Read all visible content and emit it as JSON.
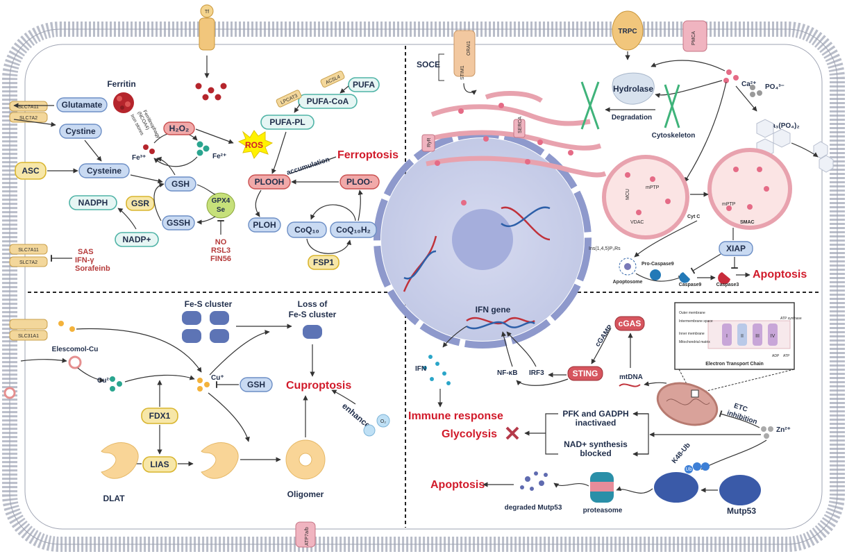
{
  "colors": {
    "membrane": "#c8ccd8",
    "pill_blue": "#c9daf2",
    "pill_teal": "#e6f6f4",
    "pill_yellow": "#f7e7a8",
    "pill_red": "#f1a9a9",
    "accent_red": "#d11a2a",
    "nucleus": "#c7cde8",
    "er": "#f4c8cf",
    "copper": "#f3b23b",
    "iron": "#b5252c",
    "teal_dot": "#2aa58f"
  },
  "transporters": {
    "tf": "Tf",
    "trpc": "TRPC",
    "pmca": "PMCA",
    "orai1": "ORAI1",
    "stim1": "STIM1",
    "soce": "SOCE",
    "slc7a11_top": "SLC7A11",
    "slc7a2_top": "SLC7A2",
    "slc7a11_bottom": "SLC7A11",
    "slc7a2_bottom": "SLC7A2",
    "slc31a1": "SLC31A1",
    "atp7ab": "ATP7a/b",
    "serca": "SERCA",
    "ryr": "RyR",
    "ip3r": "Ins(1,4,5)P₃Rs",
    "mcu": "MCU",
    "vdac": "VDAC",
    "mptp1": "mPTP",
    "mptp2": "mPTP"
  },
  "ferroptosis": {
    "ferritin": "Ferritin",
    "glutamate": "Glutamate",
    "cystine": "Cystine",
    "asc": "ASC",
    "cysteine": "Cysteine",
    "gsh": "GSH",
    "gsr": "GSR",
    "gssh": "GSSH",
    "nadph": "NADPH",
    "nadp": "NADP+",
    "gpx4": "GPX4",
    "se": "Se",
    "h2o2": "H₂O₂",
    "fe3": "Fe³⁺",
    "fe2": "Fe²⁺",
    "ferritinophagy": "Ferritinophagy",
    "ncoa4": "(NCOA4)",
    "iron_stores": "Iron stores",
    "ros": "ROS",
    "plooh": "PLOOH",
    "ploo": "PLOO·",
    "ploh": "PLOH",
    "pufa_pl": "PUFA-PL",
    "pufa_coa": "PUFA-CoA",
    "pufa": "PUFA",
    "lpcat3": "LPCAT3",
    "acsl4": "ACSL4",
    "accumulation": "accumulation",
    "ferroptosis_label": "Ferroptosis",
    "coq10": "CoQ₁₀",
    "coq10h2": "CoQ₁₀H₂",
    "fsp1": "FSP1",
    "inhibitors_gpx4": [
      "NO",
      "RSL3",
      "FIN56"
    ],
    "inhibitors_slc": [
      "SAS",
      "IFN-γ",
      "Sorafeinb"
    ]
  },
  "calcium": {
    "ca": "Ca²⁺",
    "po4": "PO₄³⁻",
    "ca3po4": "Ca₃(PO₄)₂",
    "hydrolase": "Hydrolase",
    "degradation": "Degradation",
    "cytoskeleton": "Cytoskeleton",
    "cytc": "Cyt C",
    "smac": "SMAC",
    "xiap": "XIAP",
    "pro_caspase9": "Pro-Caspase9",
    "apoptosome": "Apoptosome",
    "caspase9": "Caspase9",
    "caspase3": "Caspase3",
    "apoptosis": "Apoptosis"
  },
  "cuproptosis": {
    "fes_cluster": "Fe-S cluster",
    "loss_line1": "Loss of",
    "loss_line2": "Fe-S cluster",
    "elescomol": "Elescomol-Cu",
    "cu2": "Cu²⁺",
    "cu1": "Cu⁺",
    "gsh": "GSH",
    "cuproptosis_label": "Cuproptosis",
    "enhance": "enhance",
    "o2": "O₂",
    "fdx1": "FDX1",
    "lias": "LIAS",
    "dlat": "DLAT",
    "oligomer": "Oligomer"
  },
  "zinc": {
    "ifn_gene": "IFN gene",
    "ifn": "IFN",
    "immune_response": "Immune response",
    "nfkb": "NF-κB",
    "irf3": "IRF3",
    "sting": "STING",
    "cgamp": "cGAMP",
    "cgas": "cGAS",
    "mtdna": "mtDNA",
    "etc": "ETC",
    "inhibition": "inhibition",
    "zn": "Zn²⁺",
    "pfk_line1": "PFK and GADPH",
    "pfk_line2": "inactivaed",
    "nad_line1": "NAD+ synthesis",
    "nad_line2": "blocked",
    "glycolysis": "Glycolysis",
    "k48": "K48-Ub",
    "ub": "Ub",
    "mutp53": "Mutp53",
    "proteasome": "proteasome",
    "degraded": "degraded Mutp53",
    "apoptosis": "Apoptosis"
  },
  "etc_inset": {
    "title": "Electron Transport Chain",
    "complexes": [
      "I",
      "II",
      "III",
      "IV"
    ],
    "labels": [
      "Outer membrane",
      "Intermembrane space",
      "Inner membrane",
      "Mitochondrial matrix"
    ],
    "atp_synthase": "ATP synthase",
    "adp": "ADP",
    "atp": "ATP"
  }
}
